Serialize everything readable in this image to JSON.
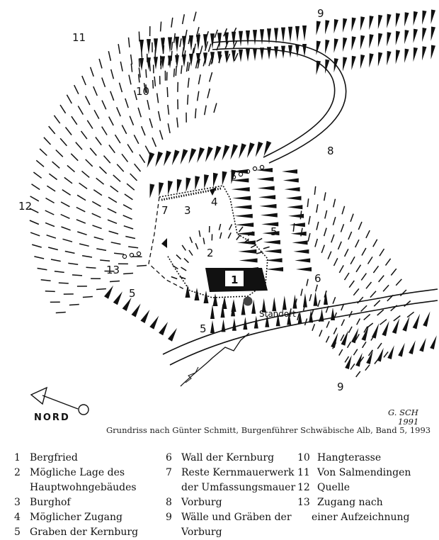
{
  "map_labels": {
    "l1": "1",
    "l2": "2",
    "l3": "3",
    "l4": "4",
    "l5a": "5",
    "l5b": "5",
    "l5c": "5",
    "l6": "6",
    "l7": "7",
    "l8": "8",
    "l9a": "9",
    "l9b": "9",
    "l10": "10",
    "l11": "11",
    "l12": "12",
    "l13": "13",
    "standort": "Standort"
  },
  "north_label": "NORD",
  "signature": {
    "line1": "G. SCH",
    "line2": "1991"
  },
  "caption": "Grundriss nach Günter Schmitt, Burgenführer Schwäbische Alb, Band 5, 1993",
  "legend": [
    {
      "num": "1",
      "text": "Bergfried"
    },
    {
      "num": "2",
      "text": "Mögliche Lage des",
      "cont": "Hauptwohngebäudes"
    },
    {
      "num": "3",
      "text": "Burghof"
    },
    {
      "num": "4",
      "text": "Möglicher Zugang"
    },
    {
      "num": "5",
      "text": "Graben der Kernburg"
    },
    {
      "num": "6",
      "text": "Wall der Kernburg"
    },
    {
      "num": "7",
      "text": "Reste Kernmauerwerk",
      "cont": "der Umfassungsmauer"
    },
    {
      "num": "8",
      "text": "Vorburg"
    },
    {
      "num": "9",
      "text": "Wälle und Gräben der",
      "cont": "Vorburg"
    },
    {
      "num": "10",
      "text": "Hangterasse"
    },
    {
      "num": "11",
      "text": "Von Salmendingen"
    },
    {
      "num": "12",
      "text": "Quelle"
    },
    {
      "num": "13",
      "text": "Zugang nach",
      "cont": "einer Aufzeichnung"
    }
  ]
}
